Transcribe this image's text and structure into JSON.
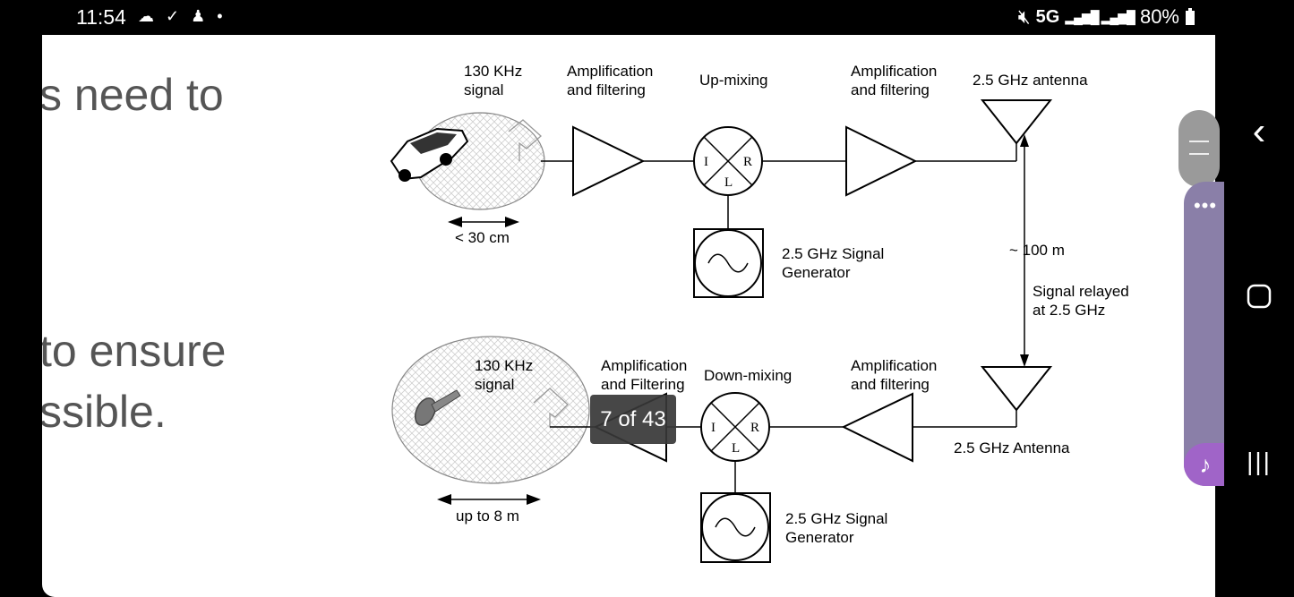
{
  "status_bar": {
    "time": "11:54",
    "left_icons": "☁ ✓ ♟ •",
    "network": "5G",
    "battery": "80%"
  },
  "slide_text": {
    "line1": "s need to",
    "line2": " to ensure",
    "line3": "ssible."
  },
  "diagram": {
    "top_signal_label": [
      "130 KHz",
      "signal"
    ],
    "top_amp1_label": [
      "Amplification",
      "and filtering"
    ],
    "upmix_label": "Up-mixing",
    "top_amp2_label": [
      "Amplification",
      "and filtering"
    ],
    "top_antenna_label": "2.5 GHz antenna",
    "top_range_label": "< 30 cm",
    "top_siggen_label": [
      "2.5 GHz Signal",
      "Generator"
    ],
    "distance_label": "~ 100 m",
    "relay_label": [
      "Signal relayed",
      "at 2.5 GHz"
    ],
    "bottom_signal_label": [
      "130 KHz",
      "signal"
    ],
    "bottom_amp1_label": [
      "Amplification",
      "and Filtering"
    ],
    "downmix_label": "Down-mixing",
    "bottom_amp2_label": [
      "Amplification",
      "and filtering"
    ],
    "bottom_antenna_label": "2.5 GHz Antenna",
    "bottom_range_label": "up to 8 m",
    "bottom_siggen_label": [
      "2.5 GHz Signal",
      "Generator"
    ],
    "mixer_ports": {
      "i": "I",
      "r": "R",
      "l": "L"
    }
  },
  "page_counter": "7 of 43",
  "nav": {
    "back_icon": "‹",
    "home_icon": "◯",
    "recents_icon": "|||"
  }
}
